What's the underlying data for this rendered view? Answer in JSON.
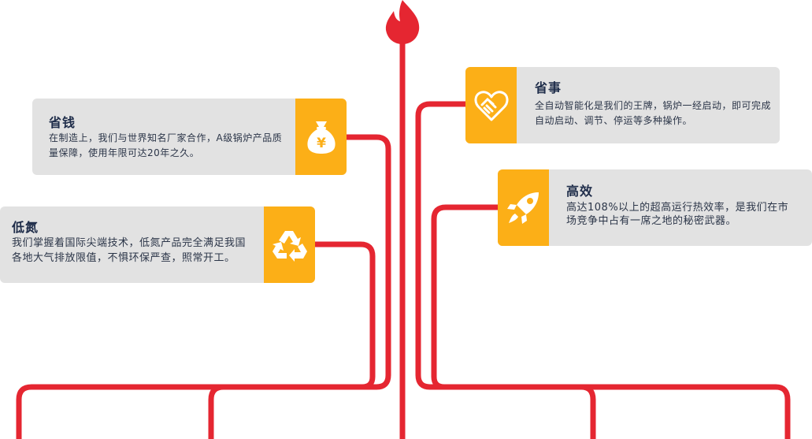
{
  "cards": {
    "save_money": {
      "title": "省钱",
      "desc": "在制造上，我们与世界知名厂家合作，A级锅炉产品质量保障，使用年限可达20年之久。"
    },
    "low_nitrogen": {
      "title": "低氮",
      "desc": "我们掌握着国际尖端技术，低氮产品完全满足我国各地大气排放限值，不惧环保严查，照常开工。"
    },
    "save_effort": {
      "title": "省事",
      "desc": "全自动智能化是我们的王牌，锅炉一经启动，即可完成自动启动、调节、停运等多种操作。"
    },
    "efficient": {
      "title": "高效",
      "desc": "高达108%以上的超高运行热效率，是我们在市场竞争中占有一席之地的秘密武器。"
    }
  },
  "colors": {
    "line": "#e52631",
    "accent": "#fcaf17",
    "card_bg": "#e2e2e2",
    "title": "#1f2d4a"
  },
  "icons": [
    "money-bag-icon",
    "recycle-icon",
    "handshake-heart-icon",
    "rocket-icon",
    "flame-icon"
  ]
}
